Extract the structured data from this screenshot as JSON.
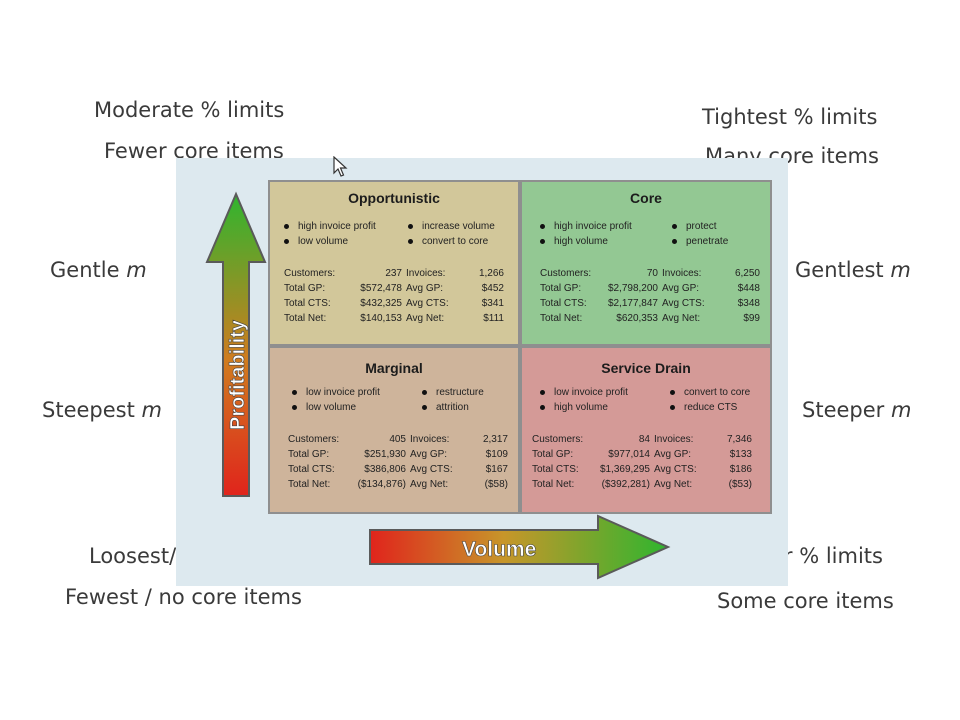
{
  "annotations": {
    "top_left_limits": "Moderate % limits",
    "top_left_items": "Fewer core items",
    "top_right_limits": "Tightest % limits",
    "top_right_items": "Many core items",
    "mid_left_upper_prefix": "Gentle",
    "mid_right_upper_prefix": "Gentlest",
    "mid_left_lower_prefix": "Steepest",
    "mid_right_lower_prefix": "Steeper",
    "variable": "m",
    "bottom_left_limits": "Loosest/no % limits",
    "bottom_left_items": "Fewest / no core items",
    "bottom_right_limits": "Looser % limits",
    "bottom_right_items": "Some core items"
  },
  "axes": {
    "y_label": "Profitability",
    "x_label": "Volume"
  },
  "colors": {
    "opportunistic": "#d2c79a",
    "core": "#93c893",
    "marginal": "#ceb49b",
    "service_drain": "#d49a97",
    "arrow_top": "#2fb52f",
    "arrow_bottom": "#e0241c"
  },
  "quadrants": {
    "opportunistic": {
      "title": "Opportunistic",
      "bullets_left": [
        "high invoice profit",
        "low volume"
      ],
      "bullets_right": [
        "increase volume",
        "convert to core"
      ],
      "stats": [
        {
          "l1": "Customers:",
          "v1": "237",
          "l2": "Invoices:",
          "v2": "1,266"
        },
        {
          "l1": "Total GP:",
          "v1": "$572,478",
          "l2": "Avg GP:",
          "v2": "$452"
        },
        {
          "l1": "Total CTS:",
          "v1": "$432,325",
          "l2": "Avg CTS:",
          "v2": "$341"
        },
        {
          "l1": "Total Net:",
          "v1": "$140,153",
          "l2": "Avg Net:",
          "v2": "$111"
        }
      ]
    },
    "core": {
      "title": "Core",
      "bullets_left": [
        "high invoice profit",
        "high volume"
      ],
      "bullets_right": [
        "protect",
        "penetrate"
      ],
      "stats": [
        {
          "l1": "Customers:",
          "v1": "70",
          "l2": "Invoices:",
          "v2": "6,250"
        },
        {
          "l1": "Total GP:",
          "v1": "$2,798,200",
          "l2": "Avg GP:",
          "v2": "$448"
        },
        {
          "l1": "Total CTS:",
          "v1": "$2,177,847",
          "l2": "Avg CTS:",
          "v2": "$348"
        },
        {
          "l1": "Total Net:",
          "v1": "$620,353",
          "l2": "Avg Net:",
          "v2": "$99"
        }
      ]
    },
    "marginal": {
      "title": "Marginal",
      "bullets_left": [
        "low invoice profit",
        "low volume"
      ],
      "bullets_right": [
        "restructure",
        "attrition"
      ],
      "stats": [
        {
          "l1": "Customers:",
          "v1": "405",
          "l2": "Invoices:",
          "v2": "2,317"
        },
        {
          "l1": "Total GP:",
          "v1": "$251,930",
          "l2": "Avg GP:",
          "v2": "$109"
        },
        {
          "l1": "Total CTS:",
          "v1": "$386,806",
          "l2": "Avg CTS:",
          "v2": "$167"
        },
        {
          "l1": "Total Net:",
          "v1": "($134,876)",
          "l2": "Avg Net:",
          "v2": "($58)"
        }
      ]
    },
    "service_drain": {
      "title": "Service Drain",
      "bullets_left": [
        "low invoice profit",
        "high volume"
      ],
      "bullets_right": [
        "convert to core",
        "reduce CTS"
      ],
      "stats": [
        {
          "l1": "Customers:",
          "v1": "84",
          "l2": "Invoices:",
          "v2": "7,346"
        },
        {
          "l1": "Total GP:",
          "v1": "$977,014",
          "l2": "Avg GP:",
          "v2": "$133"
        },
        {
          "l1": "Total CTS:",
          "v1": "$1,369,295",
          "l2": "Avg CTS:",
          "v2": "$186"
        },
        {
          "l1": "Total Net:",
          "v1": "($392,281)",
          "l2": "Avg Net:",
          "v2": "($53)"
        }
      ]
    }
  }
}
